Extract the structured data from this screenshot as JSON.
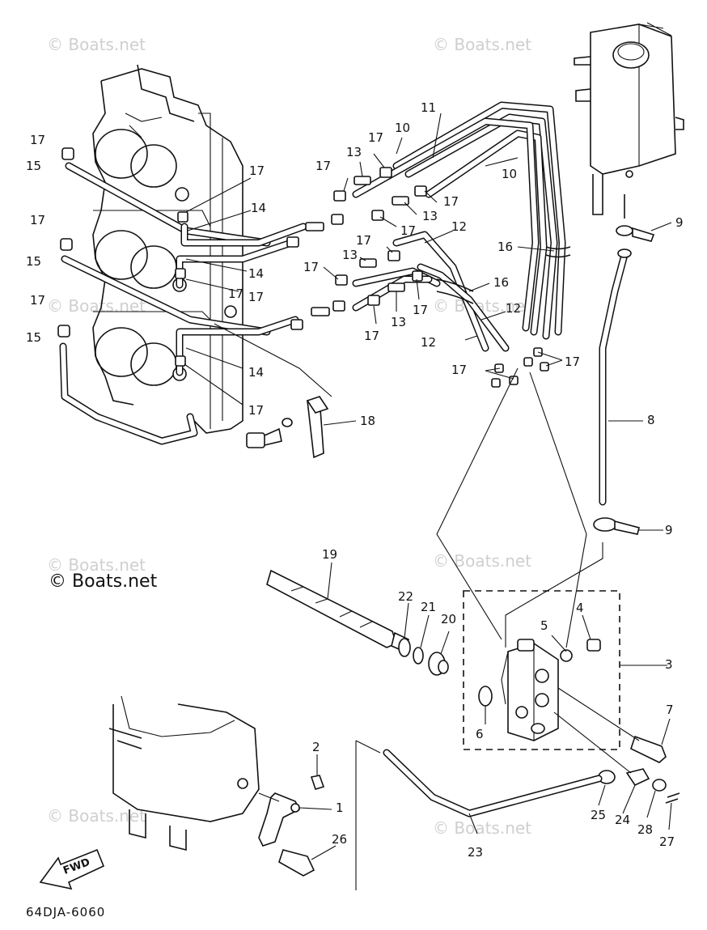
{
  "watermarks": [
    "© Boats.net",
    "© Boats.net",
    "© Boats.net",
    "© Boats.net",
    "© Boats.net",
    "© Boats.net",
    "© Boats.net",
    "© Boats.net"
  ],
  "copyright": "© Boats.net",
  "diagram_code": "64DJA-6060",
  "fwd_label": "FWD",
  "callouts": [
    "17",
    "15",
    "17",
    "15",
    "17",
    "15",
    "17",
    "14",
    "14",
    "17",
    "14",
    "17",
    "17",
    "13",
    "17",
    "10",
    "11",
    "17",
    "10",
    "17",
    "13",
    "17",
    "12",
    "17",
    "13",
    "17",
    "16",
    "17",
    "13",
    "16",
    "12",
    "17",
    "12",
    "17",
    "17",
    "9",
    "8",
    "9",
    "18",
    "19",
    "22",
    "21",
    "20",
    "4",
    "5",
    "3",
    "6",
    "7",
    "2",
    "1",
    "26",
    "23",
    "25",
    "24",
    "28",
    "27"
  ]
}
